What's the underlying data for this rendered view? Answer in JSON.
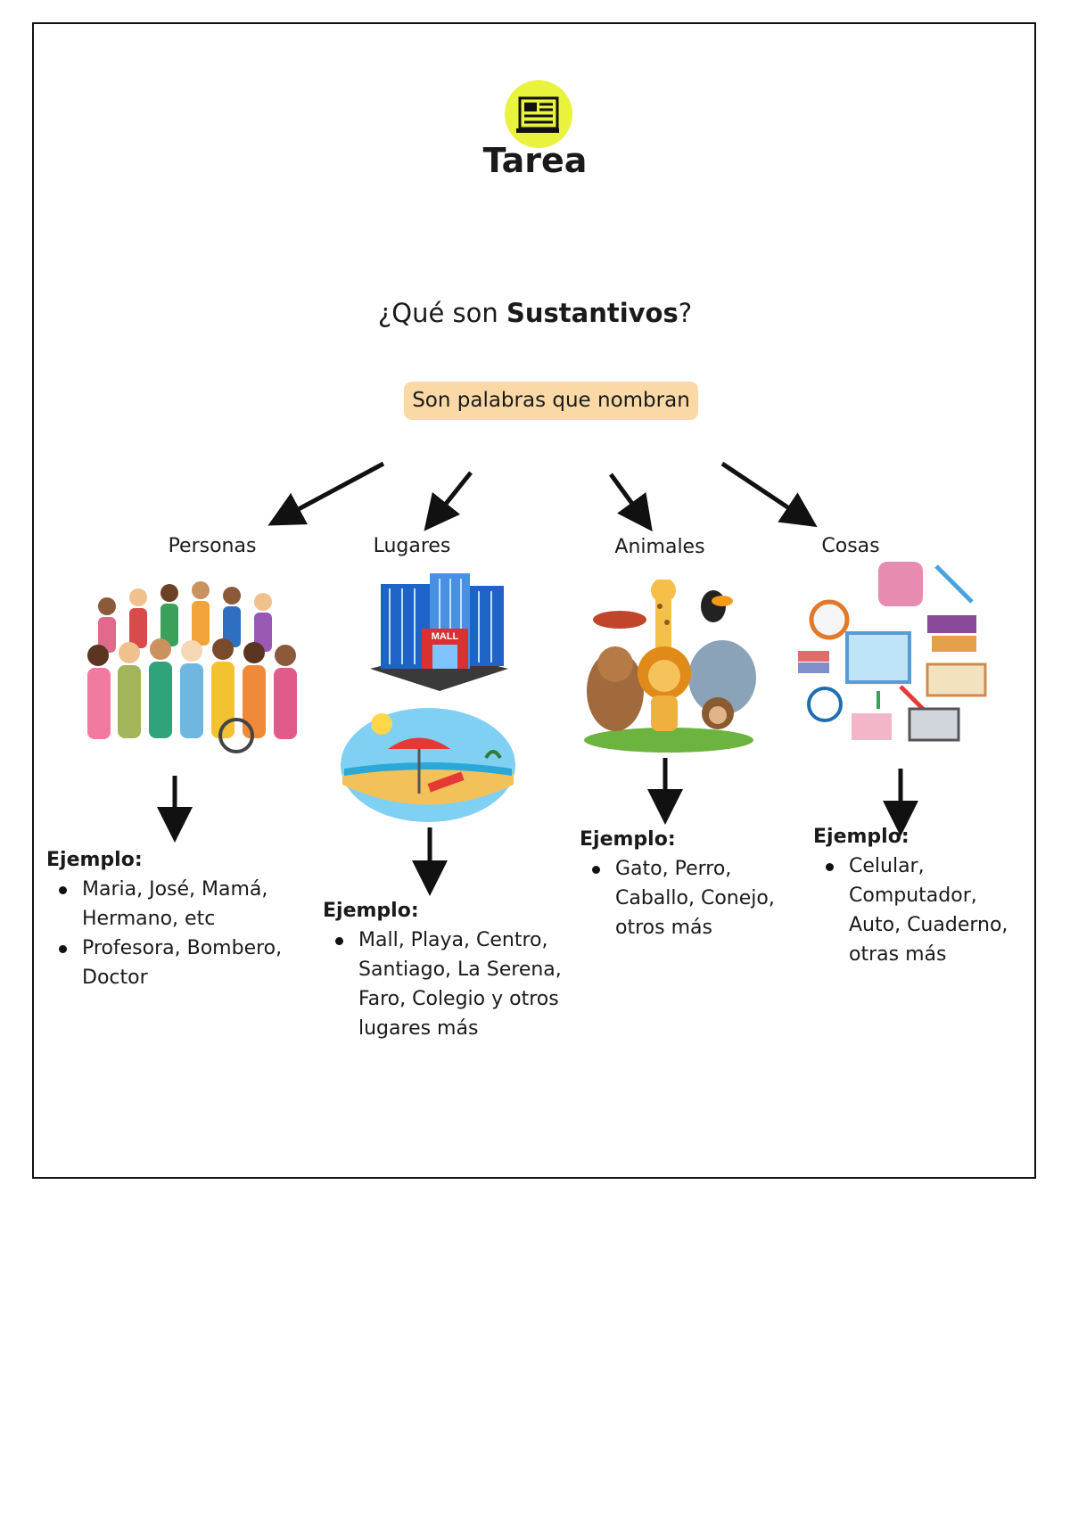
{
  "header": {
    "icon": "newspaper-icon",
    "title": "Tarea"
  },
  "question": {
    "prefix": "¿Qué son ",
    "bold": "Sustantivos",
    "suffix": "?"
  },
  "definition": "Son palabras que nombran",
  "colors": {
    "logo_bg": "#e9f23c",
    "pill_bg": "#fbd9a6",
    "ink": "#111111"
  },
  "categories": [
    {
      "label": "Personas",
      "image": "crowd-of-people-illustration",
      "example_heading": "Ejemplo:",
      "items": [
        "Maria, José, Mamá, Hermano, etc",
        "Profesora, Bombero, Doctor"
      ]
    },
    {
      "label": "Lugares",
      "image": "mall-and-beach-illustration",
      "example_heading": "Ejemplo:",
      "items": [
        "Mall, Playa, Centro, Santiago, La Serena, Faro, Colegio y otros lugares más"
      ]
    },
    {
      "label": "Animales",
      "image": "zoo-animals-illustration",
      "example_heading": "Ejemplo:",
      "items": [
        "Gato, Perro, Caballo, Conejo, otros más"
      ]
    },
    {
      "label": "Cosas",
      "image": "school-supplies-illustration",
      "example_heading": "Ejemplo:",
      "items": [
        "Celular, Computador, Auto, Cuaderno, otras más"
      ]
    }
  ]
}
